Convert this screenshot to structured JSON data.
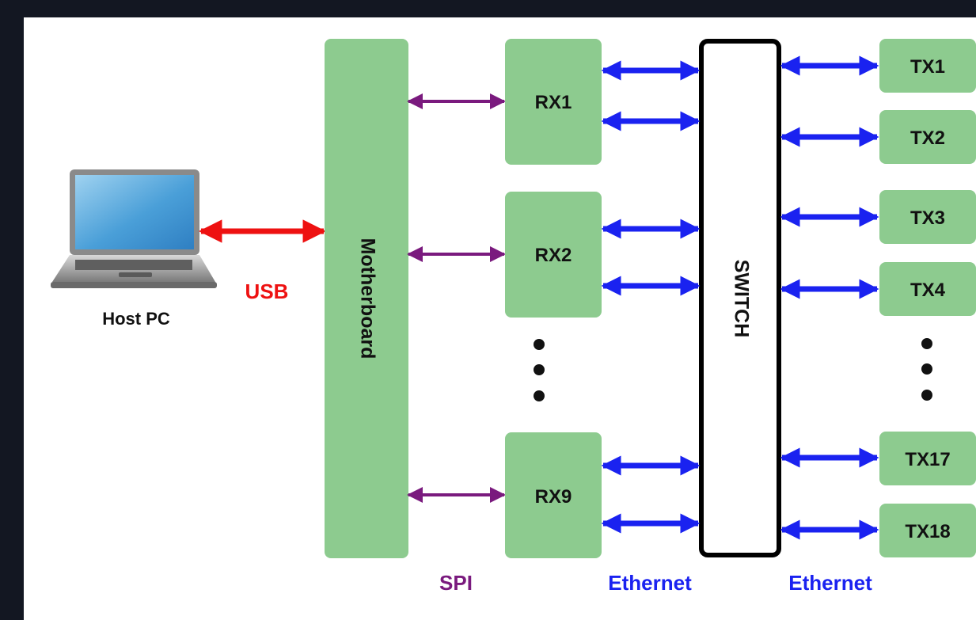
{
  "diagram": {
    "host_label": "Host PC",
    "usb_label": "USB",
    "motherboard_label": "Motherboard",
    "switch_label": "SWITCH",
    "spi_label": "SPI",
    "ethernet_left_label": "Ethernet",
    "ethernet_right_label": "Ethernet",
    "rx_nodes": [
      "RX1",
      "RX2",
      "RX9"
    ],
    "tx_nodes": [
      "TX1",
      "TX2",
      "TX3",
      "TX4",
      "TX17",
      "TX18"
    ]
  },
  "colors": {
    "box_fill": "#8dcb8f",
    "usb": "#ee1111",
    "spi": "#7a1a7e",
    "ethernet": "#1a22f0",
    "switch_border": "#000000",
    "background": "#131722"
  }
}
